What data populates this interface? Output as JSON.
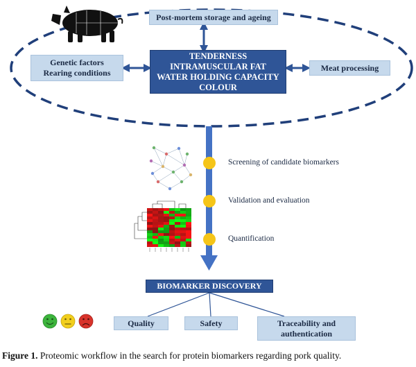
{
  "center": {
    "lines": [
      "TENDERNESS",
      "INTRAMUSCULAR FAT",
      "WATER HOLDING CAPACITY",
      "COLOUR"
    ]
  },
  "top_box": {
    "label": "Post-mortem storage and ageing"
  },
  "left_box": {
    "lines": [
      "Genetic factors",
      "Rearing conditions"
    ]
  },
  "right_box": {
    "label": "Meat processing"
  },
  "steps": [
    {
      "label": "Screening of candidate biomarkers"
    },
    {
      "label": "Validation and evaluation"
    },
    {
      "label": "Quantification"
    }
  ],
  "discovery": {
    "label": "BIOMARKER DISCOVERY"
  },
  "outcomes": [
    {
      "label": "Quality"
    },
    {
      "label": "Safety"
    },
    {
      "lines": [
        "Traceability and",
        "authentication"
      ]
    }
  ],
  "smileys": [
    {
      "icon": "happy-face-icon",
      "color": "#3cb43c"
    },
    {
      "icon": "neutral-face-icon",
      "color": "#f2cf1d"
    },
    {
      "icon": "sad-face-icon",
      "color": "#d8332b"
    }
  ],
  "caption": {
    "label": "Figure 1.",
    "text": "Proteomic workflow in the search for protein biomarkers regarding pork quality."
  },
  "colors": {
    "dark_blue": "#2f5597",
    "light_blue": "#c6d9ec",
    "dot": "#f5c518",
    "arrow": "#4472c4"
  }
}
